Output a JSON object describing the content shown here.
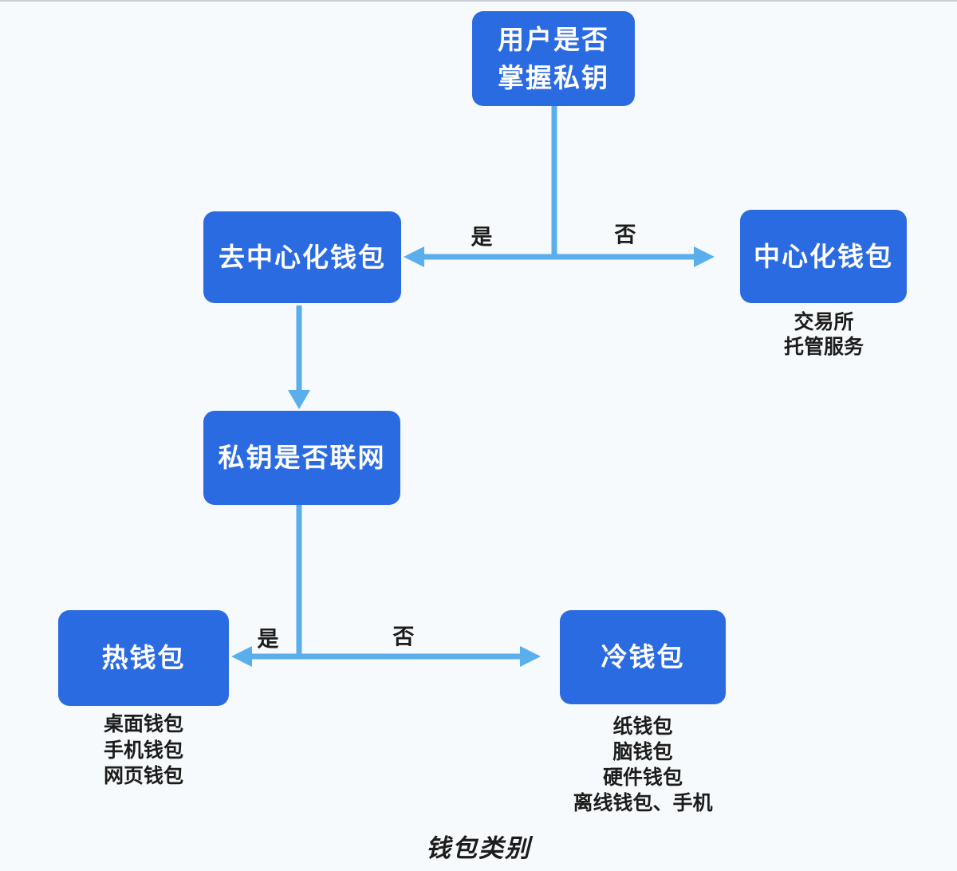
{
  "colors": {
    "node_fill": "#2b6be2",
    "node_text": "#ffffff",
    "connector": "#5aaeeb",
    "background": "#f7fafc",
    "text_dark": "#1c1c1c"
  },
  "diagram": {
    "title": "钱包类别",
    "nodes": {
      "root": {
        "label": "用户是否\n掌握私钥"
      },
      "decentralized": {
        "label": "去中心化钱包"
      },
      "centralized": {
        "label": "中心化钱包",
        "note": "交易所\n托管服务"
      },
      "privkey_online": {
        "label": "私钥是否联网"
      },
      "hot": {
        "label": "热钱包",
        "note": "桌面钱包\n手机钱包\n网页钱包"
      },
      "cold": {
        "label": "冷钱包",
        "note": "纸钱包\n脑钱包\n硬件钱包\n离线钱包、手机"
      }
    },
    "edges": {
      "root_split": {
        "yes_label": "是",
        "no_label": "否"
      },
      "privkey_split": {
        "yes_label": "是",
        "no_label": "否"
      }
    }
  }
}
